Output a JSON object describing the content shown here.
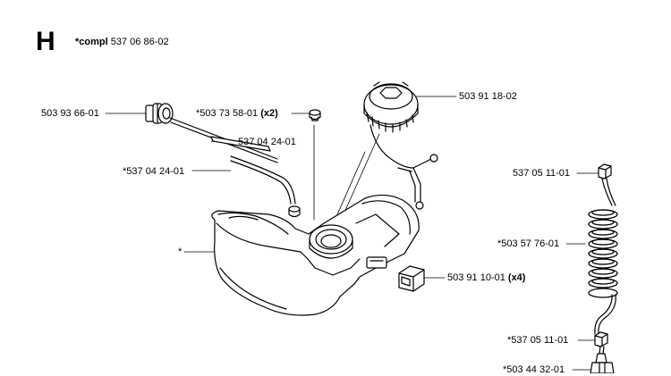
{
  "section": "H",
  "assembly": {
    "prefix": "*compl",
    "number": "537 06 86-02"
  },
  "callouts": {
    "breather": {
      "text": "503 93 66-01",
      "suffix": ""
    },
    "grommet": {
      "text": "*503 73 58-01",
      "suffix": "(x2)"
    },
    "hose_upper": {
      "text": "537 04 24-01",
      "suffix": ""
    },
    "hose_lower": {
      "text": "*537 04 24-01",
      "suffix": ""
    },
    "tank": {
      "text": "*",
      "suffix": ""
    },
    "cap": {
      "text": "503 91 18-02",
      "suffix": ""
    },
    "damper": {
      "text": "503 91 10-01",
      "suffix": "(x4)"
    },
    "fitting_top": {
      "text": "537 05 11-01",
      "suffix": ""
    },
    "coil_hose": {
      "text": "*503 57 76-01",
      "suffix": ""
    },
    "fitting_bottom": {
      "text": "*537 05 11-01",
      "suffix": ""
    },
    "filter": {
      "text": "*503 44 32-01",
      "suffix": ""
    }
  }
}
